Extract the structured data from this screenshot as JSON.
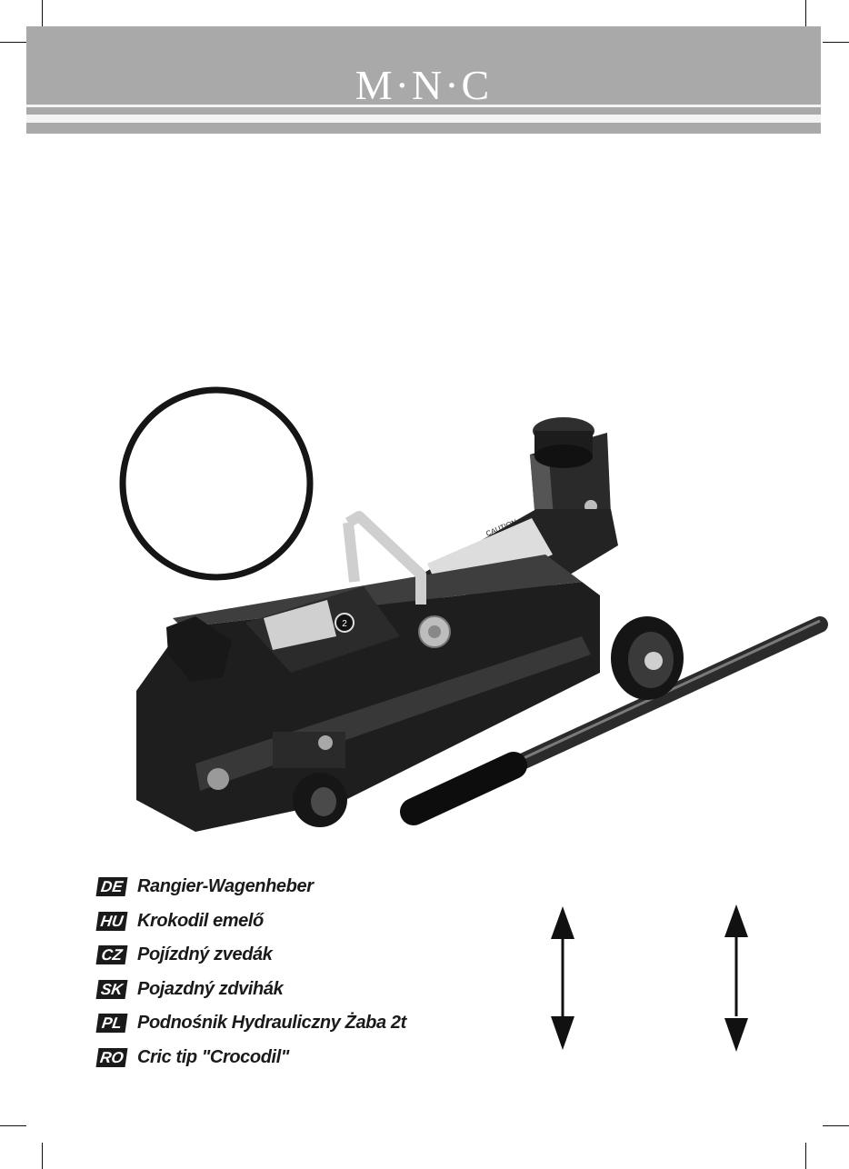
{
  "brand": {
    "logo_text": "M·N·C"
  },
  "colors": {
    "header_bg": "#a9a9a9",
    "stripe": "#f3f3f3",
    "code_bg": "#1a1a1a"
  },
  "icons": [
    "jack-icon",
    "blank-circle-icon",
    "double-arrow-icon"
  ],
  "languages": [
    {
      "code": "DE",
      "name": "Rangier-Wagenheber"
    },
    {
      "code": "HU",
      "name": "Krokodil emelő"
    },
    {
      "code": "CZ",
      "name": "Pojízdný zvedák"
    },
    {
      "code": "SK",
      "name": "Pojazdný zdvihák"
    },
    {
      "code": "PL",
      "name": "Podnośnik Hydrauliczny Żaba 2t"
    },
    {
      "code": "RO",
      "name": "Cric tip \"Crocodil\""
    }
  ],
  "label": {
    "caution": "CAUTION",
    "capacity": "2"
  }
}
